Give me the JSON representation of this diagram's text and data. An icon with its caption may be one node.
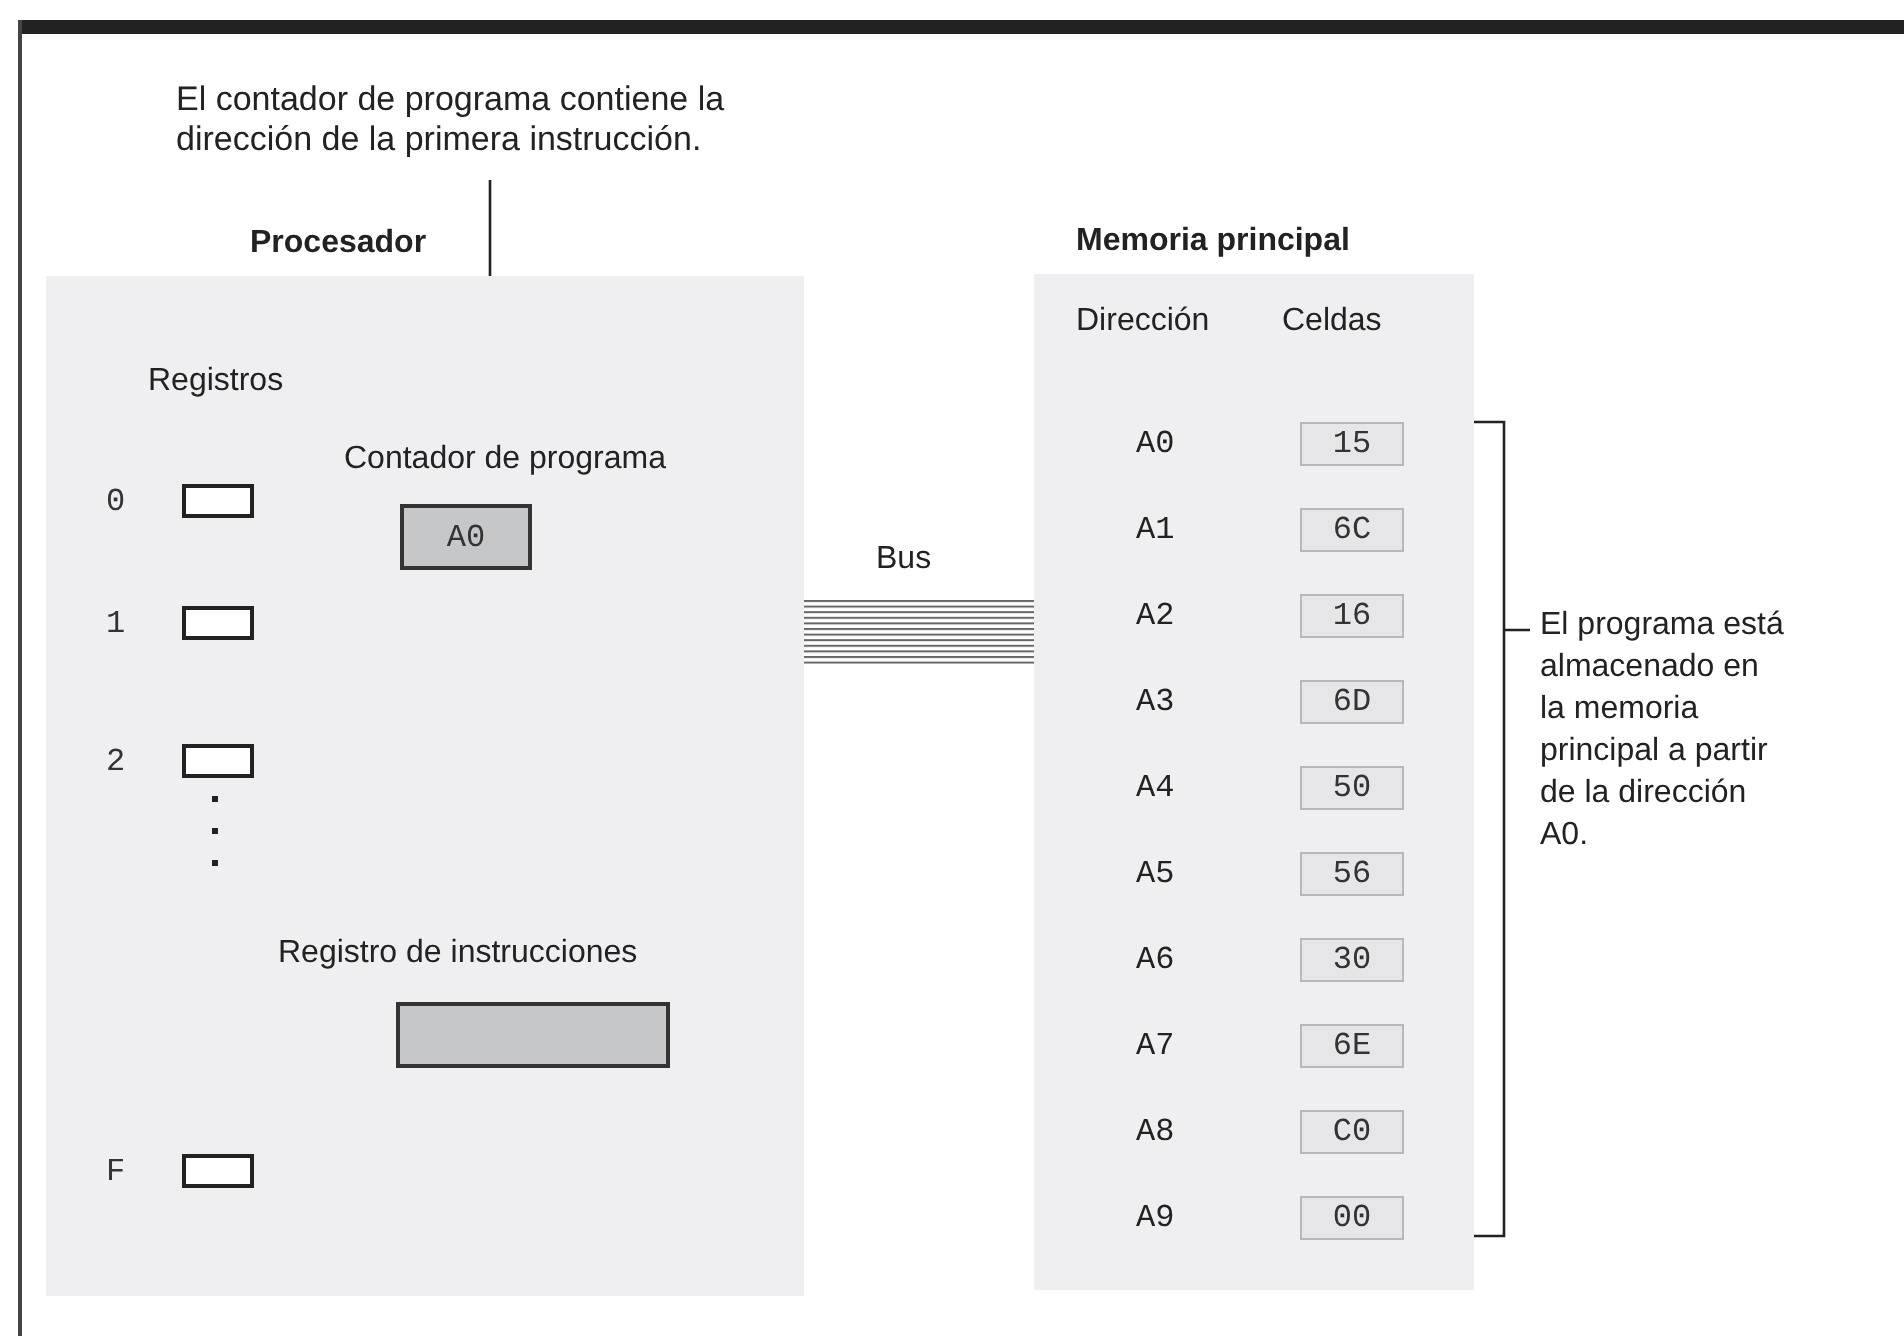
{
  "diagram": {
    "nodes": [
      {
        "text": [
          "Procesador"
        ]
      },
      {
        "text": [
          "Memoria principal"
        ]
      },
      {
        "text": [
          "El contador de programa contiene la dirección de la primera instrucción."
        ]
      },
      {
        "text": [
          "Contador de programa",
          "A0"
        ],
        "in": 0
      },
      {
        "text": [
          "Registro de instrucciones"
        ],
        "in": 0
      },
      {
        "text": [],
        "shape": "box",
        "in": 0,
        "beside": [
          "0"
        ]
      },
      {
        "text": [],
        "shape": "box",
        "in": 0,
        "beside": [
          "1"
        ]
      },
      {
        "text": [],
        "shape": "box",
        "in": 0,
        "beside": [
          "2"
        ]
      },
      {
        "text": [],
        "shape": "box",
        "in": 0,
        "beside": [
          "F"
        ]
      },
      {
        "text": [
          "15"
        ],
        "in": 1
      },
      {
        "text": [
          "6C"
        ],
        "in": 1
      },
      {
        "text": [
          "16"
        ],
        "in": 1
      },
      {
        "text": [
          "6D"
        ],
        "in": 1
      },
      {
        "text": [
          "50"
        ],
        "in": 1
      },
      {
        "text": [
          "56"
        ],
        "in": 1
      },
      {
        "text": [
          "30"
        ],
        "in": 1
      },
      {
        "text": [
          "6E"
        ],
        "in": 1
      },
      {
        "text": [
          "C0"
        ],
        "in": 1
      },
      {
        "text": [
          "00"
        ],
        "in": 1
      }
    ],
    "edges": [
      {
        "from": 0,
        "to": 1,
        "arrow": "none",
        "label": "Bus",
        "style": "thick"
      },
      {
        "from": 2,
        "to": 3,
        "arrow": "none"
      }
    ],
    "labels": [
      "Registros",
      "Dirección",
      "Celdas",
      "A0",
      "A1",
      "A2",
      "A3",
      "A4",
      "A5",
      "A6",
      "A7",
      "A8",
      "A9",
      "El programa está almacenado en la memoria principal a partir de la dirección A0."
    ]
  }
}
